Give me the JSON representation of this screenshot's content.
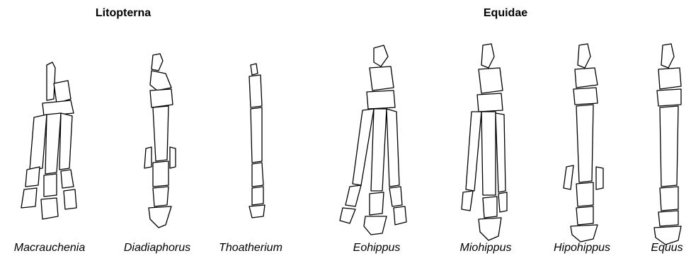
{
  "groups": [
    {
      "name": "Litopterna"
    },
    {
      "name": "Equidae"
    }
  ],
  "specimens": [
    {
      "name": "Macrauchenia",
      "digits": 3
    },
    {
      "name": "Diadiaphorus",
      "digits": 3
    },
    {
      "name": "Thoatherium",
      "digits": 1
    },
    {
      "name": "Eohippus",
      "digits": 3
    },
    {
      "name": "Miohippus",
      "digits": 3
    },
    {
      "name": "Hipohippus",
      "digits": 3
    },
    {
      "name": "Equus",
      "digits": 1
    }
  ]
}
